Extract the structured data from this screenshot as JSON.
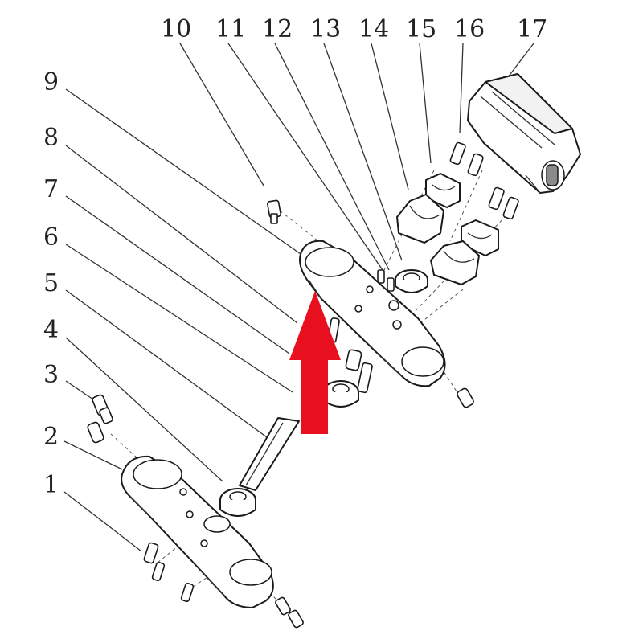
{
  "labels": {
    "l1": "1",
    "l2": "2",
    "l3": "3",
    "l4": "4",
    "l5": "5",
    "l6": "6",
    "l7": "7",
    "l8": "8",
    "l9": "9",
    "l10": "10",
    "l11": "11",
    "l12": "12",
    "l13": "13",
    "l14": "14",
    "l15": "15",
    "l16": "16",
    "l17": "17"
  },
  "colors": {
    "arrow": "#e8101e",
    "line": "#1a1a1a"
  }
}
